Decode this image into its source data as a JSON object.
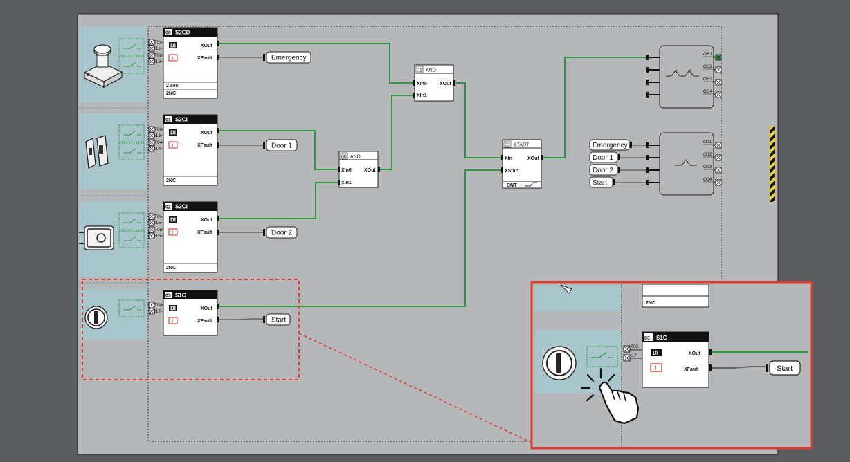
{
  "modules": {
    "s2cd": {
      "id": "00",
      "name": "S2CD",
      "terminals": [
        "T01",
        "I11",
        "T02",
        "I12"
      ],
      "di": "DI",
      "xout": "XOut",
      "xfault": "XFault",
      "delay": "2 sec",
      "config": "2NC"
    },
    "s2ci_1": {
      "id": "01",
      "name": "S2CI",
      "terminals": [
        "T03",
        "I13",
        "T04",
        "I14"
      ],
      "di": "DI",
      "xout": "XOut",
      "xfault": "XFault",
      "config": "2NC"
    },
    "s2ci_2": {
      "id": "02",
      "name": "S2CI",
      "terminals": [
        "T01",
        "I15",
        "T02",
        "I16"
      ],
      "di": "DI",
      "xout": "XOut",
      "xfault": "XFault",
      "config": "2NC"
    },
    "s1c": {
      "id": "03",
      "name": "S1C",
      "terminals": [
        "T03",
        "I17"
      ],
      "di": "DI",
      "xout": "XOut",
      "xfault": "XFault"
    }
  },
  "logic": {
    "and0": {
      "id": "00",
      "name": "AND",
      "in0": "XIn0",
      "in1": "XIn1",
      "out": "XOut"
    },
    "and1": {
      "id": "01",
      "name": "AND",
      "in0": "XIn0",
      "in1": "XIn1",
      "out": "XOut"
    },
    "start": {
      "id": "02",
      "name": "START",
      "in": "XIn",
      "start": "XStart",
      "out": "XOut",
      "cnt": "CNT"
    }
  },
  "fault_tags": {
    "emergency": "Emergency",
    "door1": "Door 1",
    "door2": "Door 2",
    "start": "Start"
  },
  "outputs": {
    "safety": {
      "terminals": [
        "OS1",
        "OS2",
        "OS3",
        "OS4"
      ]
    },
    "status": {
      "terminals": [
        "O01",
        "O02",
        "O03",
        "O04"
      ],
      "inputs": [
        "Emergency",
        "Door 1",
        "Door 2",
        "Start"
      ]
    }
  },
  "zoom": {
    "config": "2NC",
    "id": "03",
    "name": "S1C",
    "terminals": [
      "T03",
      "I17"
    ],
    "di": "DI",
    "xout": "XOut",
    "xfault": "XFault",
    "tag": "Start"
  },
  "colors": {
    "signal": "#2a9a3c",
    "wire": "#666666",
    "highlight": "#e23b2e",
    "panel": "#a8c5cc",
    "canvas": "#b5b7b9"
  }
}
